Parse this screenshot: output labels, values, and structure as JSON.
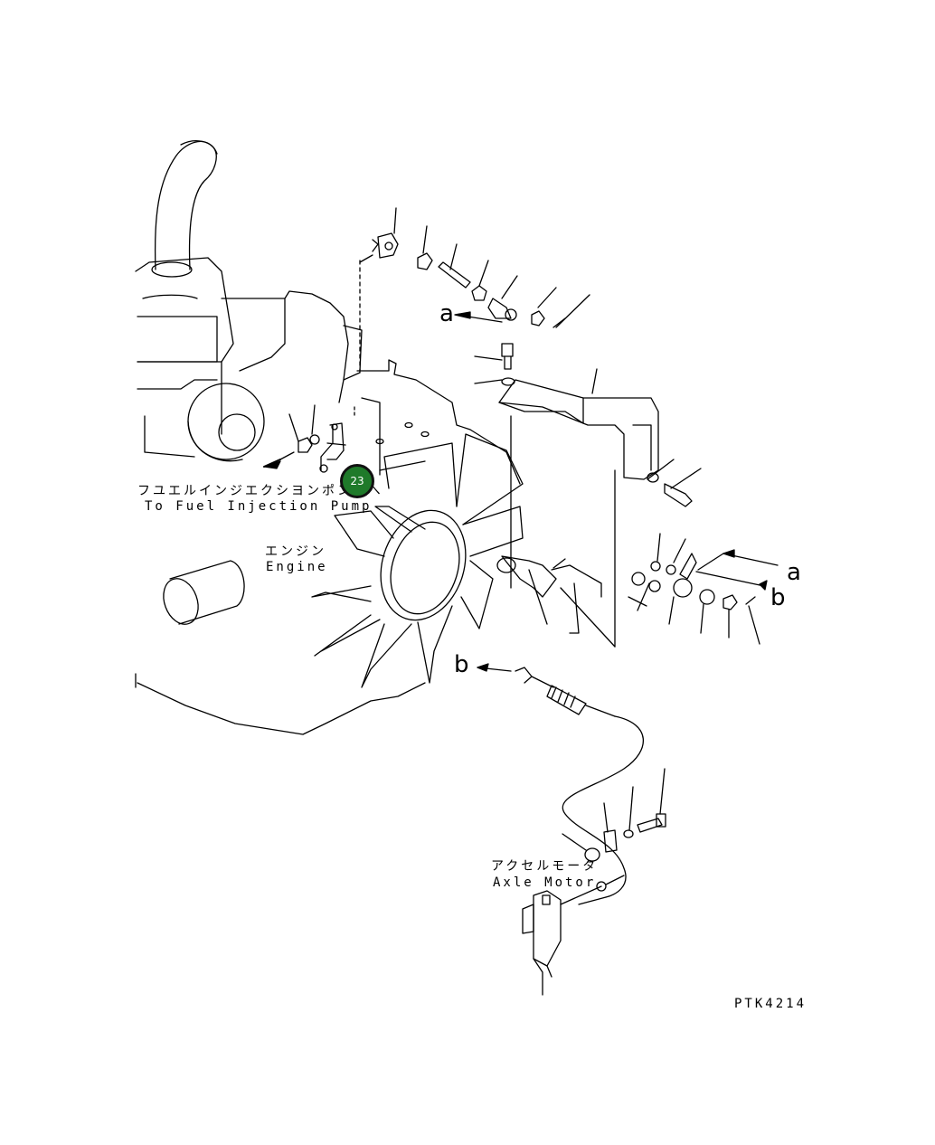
{
  "labels": {
    "fuel_pump_jp": "フユエルインジエクシヨンポンプへ",
    "fuel_pump_en": "To Fuel Injection Pump",
    "engine_jp": "エンジン",
    "engine_en": "Engine",
    "axle_motor_jp": "アクセルモータ",
    "axle_motor_en": "Axle Motor",
    "drawing_code": "PTK4214"
  },
  "callout": {
    "number": "23",
    "color": "#1f7a2a"
  },
  "refs": {
    "a": "a",
    "b": "b"
  }
}
